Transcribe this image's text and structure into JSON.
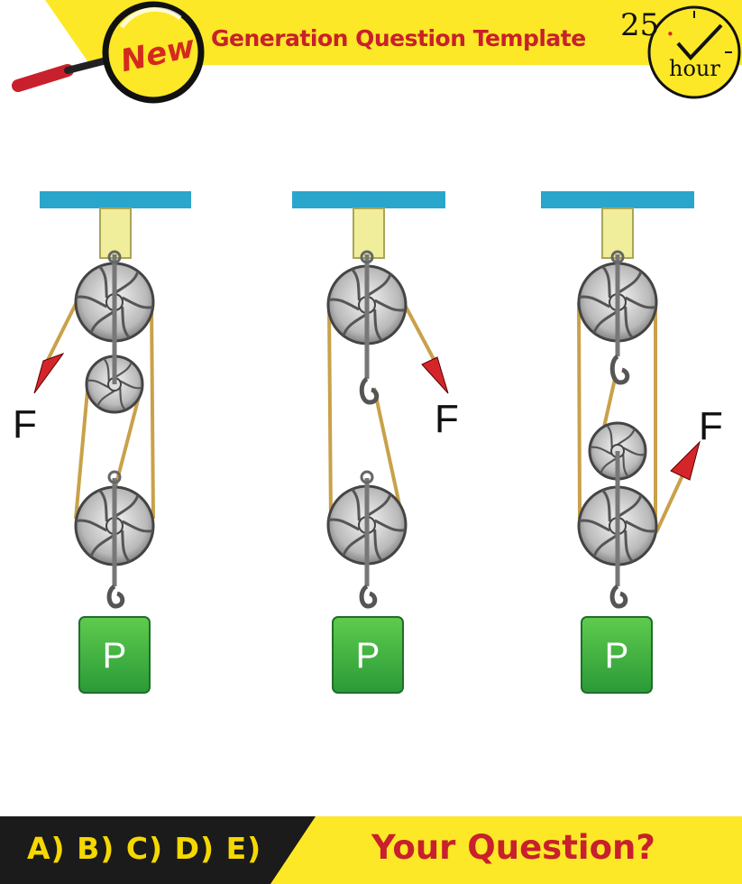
{
  "header": {
    "badge": "New",
    "title": "Generation Question Template",
    "hour_number": "25",
    "hour_dot": ".",
    "hour_label": "hour"
  },
  "figures": [
    {
      "force_label": "F",
      "weight_label": "P"
    },
    {
      "force_label": "F",
      "weight_label": "P"
    },
    {
      "force_label": "F",
      "weight_label": "P"
    }
  ],
  "footer": {
    "options": "A) B) C) D) E)",
    "question": "Your Question?"
  },
  "colors": {
    "banner_yellow": "#fce826",
    "ceiling_blue": "#2aa5cc",
    "mount_yellow": "#f0ee9a",
    "rope": "#c9a14a",
    "arrow_red": "#d4262a",
    "weight_green": "#3cb043",
    "footer_black": "#1b1b1b",
    "title_red": "#c8202c"
  }
}
